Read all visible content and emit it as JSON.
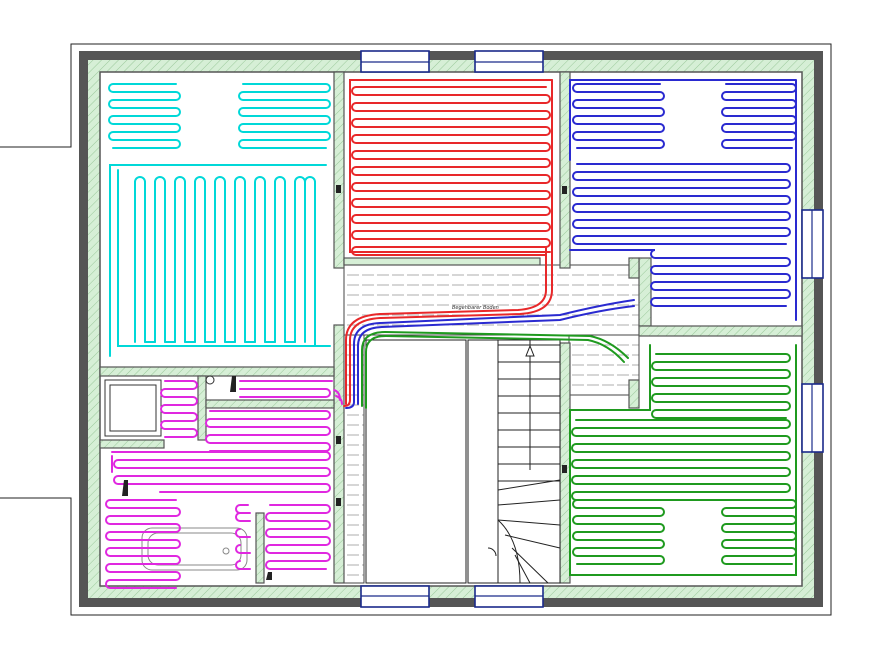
{
  "title": "",
  "labels": {
    "hall": "Begehbarer Boden"
  },
  "heating_circuits": [
    {
      "room": "north-west room",
      "color": "#00d8d8"
    },
    {
      "room": "north room",
      "color": "#e8282a"
    },
    {
      "room": "north-east room",
      "color": "#2a2ad0"
    },
    {
      "room": "south-east room",
      "color": "#1f9a1f"
    },
    {
      "room": "bathroom",
      "color": "#e028e0"
    }
  ],
  "colors": {
    "wall_dark": "#555555",
    "wall_insulation": "#c8e6c8",
    "window_frame": "#1a2a8a",
    "lines": "#222222"
  }
}
